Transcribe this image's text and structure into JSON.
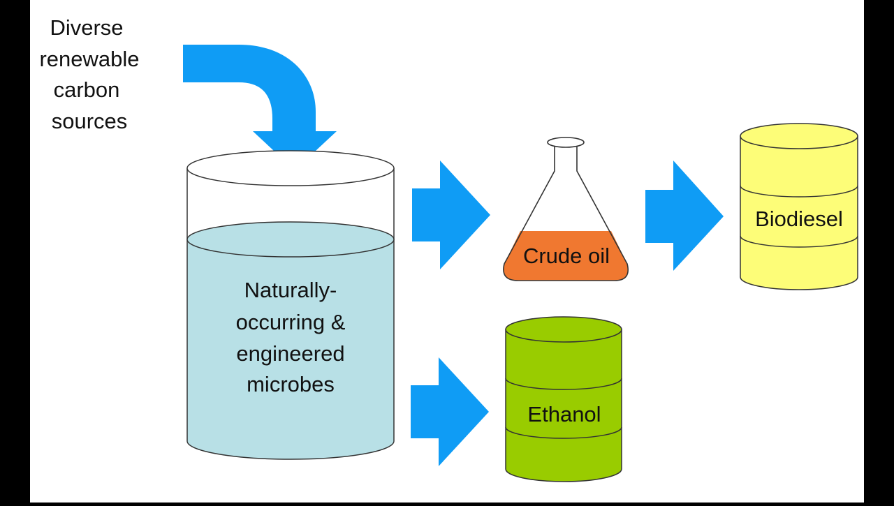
{
  "source": {
    "lines": [
      "Diverse",
      "renewable",
      "carbon",
      "sources"
    ]
  },
  "vat": {
    "lines": [
      "Naturally-",
      "occurring &",
      "engineered",
      "microbes"
    ]
  },
  "flask": {
    "label": "Crude oil"
  },
  "barrel_biodiesel": {
    "label": "Biodiesel"
  },
  "barrel_ethanol": {
    "label": "Ethanol"
  },
  "colors": {
    "background_panel": "#ffffff",
    "letterbox": "#000000",
    "arrow": "#0f9cf5",
    "liquid": "#b8e0e6",
    "crude_oil": "#f07830",
    "biodiesel": "#fdfd78",
    "ethanol": "#99cc00"
  }
}
